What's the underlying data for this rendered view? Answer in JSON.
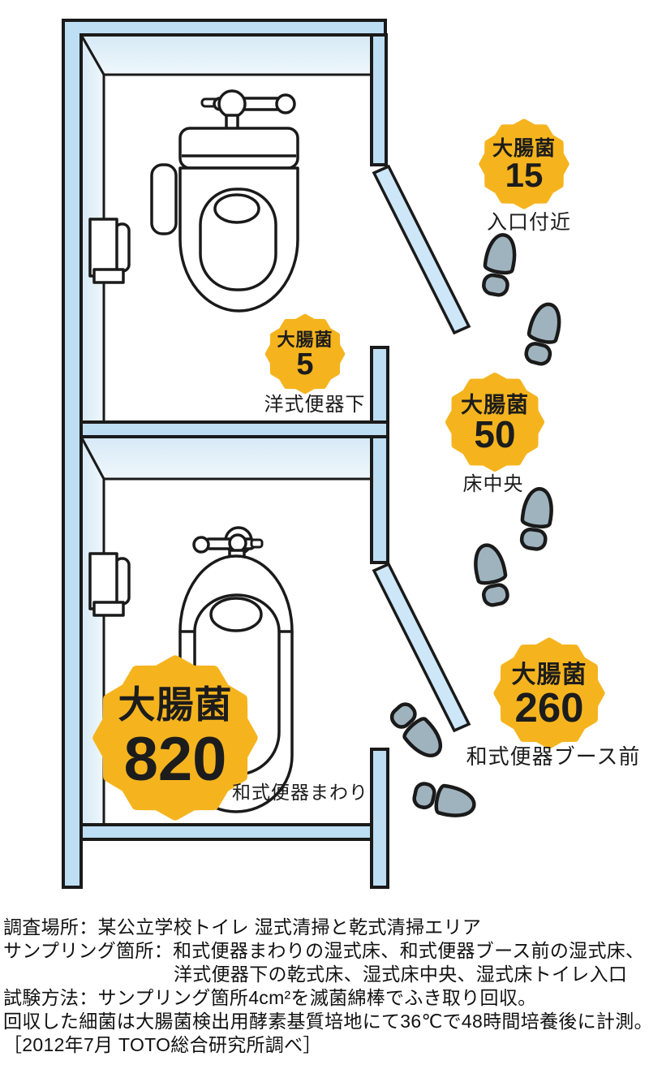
{
  "diagram": {
    "title_implicit": "学校トイレ床の大腸菌数の図",
    "colors": {
      "badge_yellow": "#f5b41e",
      "wall_blue": "#bddef3",
      "wall_face_blue": "#e7f2fa",
      "door_blue": "#cde7f9",
      "footprint_gray": "#9fb3be",
      "outline": "#1a1a1a"
    },
    "badges": [
      {
        "name": "大腸菌",
        "value": "15",
        "label": "入口付近"
      },
      {
        "name": "大腸菌",
        "value": "5",
        "label": "洋式便器下"
      },
      {
        "name": "大腸菌",
        "value": "50",
        "label": "床中央"
      },
      {
        "name": "大腸菌",
        "value": "260",
        "label": "和式便器ブース前"
      },
      {
        "name": "大腸菌",
        "value": "820",
        "label": "和式便器まわり"
      }
    ],
    "icons": [
      "western-toilet-icon",
      "squat-toilet-icon",
      "paper-holder-icon",
      "footprint-icon",
      "door-icon"
    ]
  },
  "caption": {
    "lines": [
      "調査場所：某公立学校トイレ 湿式清掃と乾式清掃エリア",
      "サンプリング箇所：和式便器まわりの湿式床、和式便器ブース前の湿式床、",
      "洋式便器下の乾式床、湿式床中央、湿式床トイレ入口",
      "試験方法：サンプリング箇所4cm²を滅菌綿棒でふき取り回収。",
      "回収した細菌は大腸菌検出用酵素基質培地にて36℃で48時間培養後に計測。",
      "［2012年7月 TOTO総合研究所調べ］"
    ]
  }
}
